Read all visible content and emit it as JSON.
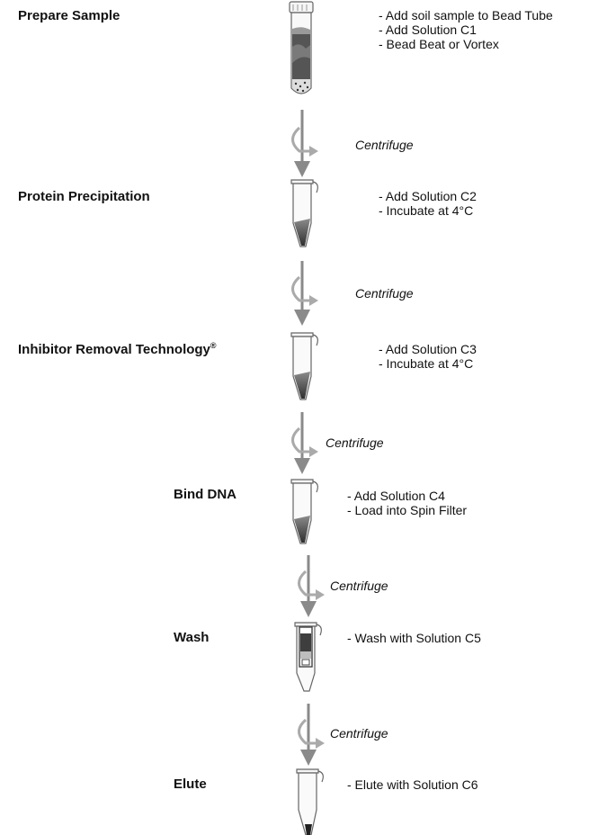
{
  "steps": [
    {
      "title": "Prepare Sample",
      "instructions": [
        "- Add soil sample to Bead Tube",
        "- Add Solution C1",
        "- Bead Beat or Vortex"
      ]
    },
    {
      "title": "Protein Precipitation",
      "instructions": [
        "- Add Solution C2",
        "- Incubate at 4°C"
      ]
    },
    {
      "title": "Inhibitor Removal Technology",
      "title_mark": "®",
      "instructions": [
        "- Add Solution C3",
        "- Incubate at 4°C"
      ]
    },
    {
      "title": "Bind DNA",
      "instructions": [
        "- Add Solution C4",
        "- Load into Spin Filter"
      ]
    },
    {
      "title": "Wash",
      "instructions": [
        "- Wash with Solution C5"
      ]
    },
    {
      "title": "Elute",
      "instructions": [
        "- Elute with Solution C6"
      ]
    }
  ],
  "centrifuge_label": "Centrifuge",
  "colors": {
    "arrow": "#8a8a8a",
    "tube_outline": "#666666",
    "liquid_dark": "#4a4a4a",
    "liquid_mid": "#8c8c8c",
    "liquid_light": "#d9d9d9"
  }
}
